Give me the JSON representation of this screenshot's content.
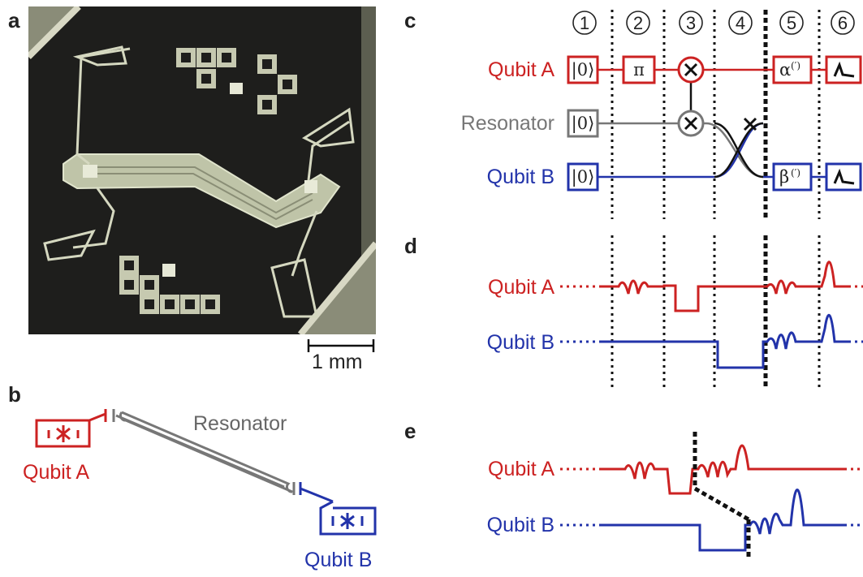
{
  "panels": {
    "a": "a",
    "b": "b",
    "c": "c",
    "d": "d",
    "e": "e"
  },
  "scale_bar": {
    "label": "1 mm"
  },
  "b": {
    "qubit_a": "Qubit A",
    "resonator": "Resonator",
    "qubit_b": "Qubit B"
  },
  "c": {
    "steps": [
      "1",
      "2",
      "3",
      "4",
      "5",
      "6"
    ],
    "rows": {
      "qubit_a": "Qubit A",
      "resonator": "Resonator",
      "qubit_b": "Qubit B"
    },
    "gates": {
      "init_a": "|0⟩",
      "init_r": "|0⟩",
      "init_b": "|0⟩",
      "pi": "π",
      "alpha": "α",
      "alpha_sup": "(′)",
      "beta": "β",
      "beta_sup": "(′)"
    }
  },
  "d": {
    "qubit_a": "Qubit A",
    "qubit_b": "Qubit B"
  },
  "e": {
    "qubit_a": "Qubit A",
    "qubit_b": "Qubit B"
  },
  "colors": {
    "red": "#cc2222",
    "blue": "#2233aa",
    "gray": "#777777",
    "black": "#111111"
  }
}
